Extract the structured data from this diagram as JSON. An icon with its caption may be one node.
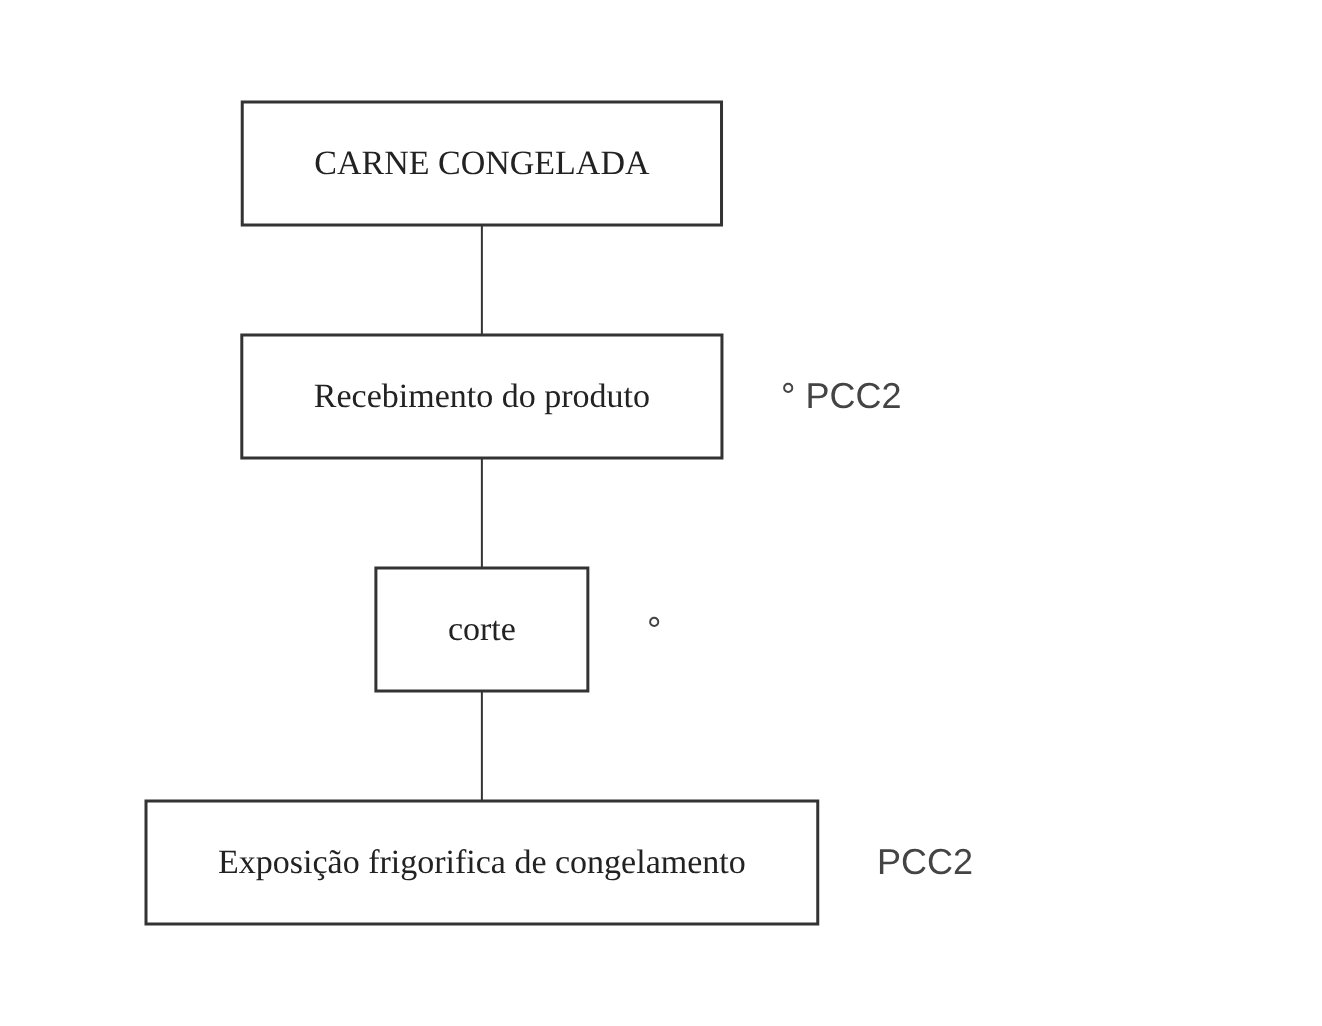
{
  "diagram": {
    "nodes": [
      {
        "text": [
          "CARNE CONGELADA"
        ]
      },
      {
        "text": [
          "Recebimento do produto"
        ],
        "beside": [
          "° PCC2"
        ]
      },
      {
        "text": [
          "corte"
        ],
        "beside": [
          "°"
        ]
      },
      {
        "text": [
          "Exposição frigorifica de congelamento"
        ],
        "beside": [
          "PCC2"
        ]
      }
    ],
    "edges": [
      {
        "from": 0,
        "to": 1,
        "arrow": "none"
      },
      {
        "from": 1,
        "to": 2,
        "arrow": "none"
      },
      {
        "from": 2,
        "to": 3,
        "arrow": "none"
      }
    ]
  }
}
